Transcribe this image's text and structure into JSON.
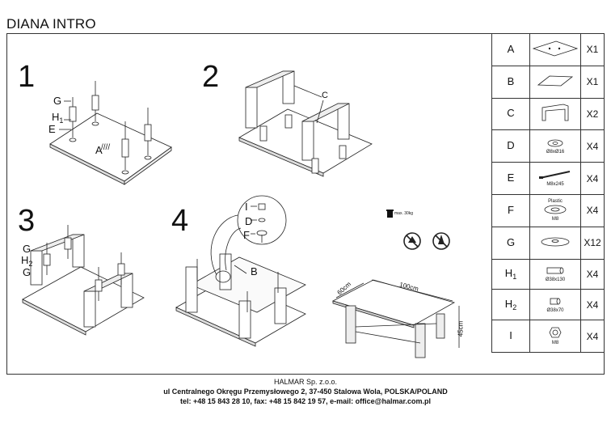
{
  "title": "DIANA INTRO",
  "steps": [
    {
      "num": "1",
      "labels": {
        "g": "G",
        "h": "H",
        "h_sub": "1",
        "e": "E",
        "a": "A"
      }
    },
    {
      "num": "2",
      "labels": {
        "c": "C"
      }
    },
    {
      "num": "3",
      "labels": {
        "g_top": "G",
        "h": "H",
        "h_sub": "2",
        "g_bottom": "G"
      }
    },
    {
      "num": "4",
      "labels": {
        "b": "B",
        "i": "I",
        "d": "D",
        "f": "F"
      }
    }
  ],
  "notes": {
    "max_weight": "max. 30kg"
  },
  "dimensions": {
    "depth": "60cm",
    "width": "100cm",
    "height": "45cm"
  },
  "parts": [
    {
      "letter": "A",
      "sub": "",
      "caption": "",
      "top_caption": "",
      "qty": "X1",
      "icon": "glass-top-icon"
    },
    {
      "letter": "B",
      "sub": "",
      "caption": "",
      "top_caption": "",
      "qty": "X1",
      "icon": "glass-shelf-icon"
    },
    {
      "letter": "C",
      "sub": "",
      "caption": "",
      "top_caption": "",
      "qty": "X2",
      "icon": "leg-frame-icon"
    },
    {
      "letter": "D",
      "sub": "",
      "caption": "Ø8xØ16",
      "top_caption": "",
      "qty": "X4",
      "icon": "washer-icon"
    },
    {
      "letter": "E",
      "sub": "",
      "caption": "M8x245",
      "top_caption": "",
      "qty": "X4",
      "icon": "rod-icon"
    },
    {
      "letter": "F",
      "sub": "",
      "caption": "M8",
      "top_caption": "Plastic",
      "qty": "X4",
      "icon": "plastic-washer-icon"
    },
    {
      "letter": "G",
      "sub": "",
      "caption": "",
      "top_caption": "",
      "qty": "X12",
      "icon": "glass-pad-icon"
    },
    {
      "letter": "H",
      "sub": "1",
      "caption": "Ø38x130",
      "top_caption": "",
      "qty": "X4",
      "icon": "long-spacer-icon"
    },
    {
      "letter": "H",
      "sub": "2",
      "caption": "Ø38x70",
      "top_caption": "",
      "qty": "X4",
      "icon": "short-spacer-icon"
    },
    {
      "letter": "I",
      "sub": "",
      "caption": "M8",
      "top_caption": "",
      "qty": "X4",
      "icon": "nut-icon"
    }
  ],
  "footer": {
    "company": "HALMAR Sp. z.o.o.",
    "address": "ul Centralnego Okręgu Przemysłowego 2, 37-450 Stalowa Wola, POLSKA/POLAND",
    "contact": "tel: +48 15 843 28 10, fax: +48 15 842 19 57, e-mail: office@halmar.com.pl"
  }
}
